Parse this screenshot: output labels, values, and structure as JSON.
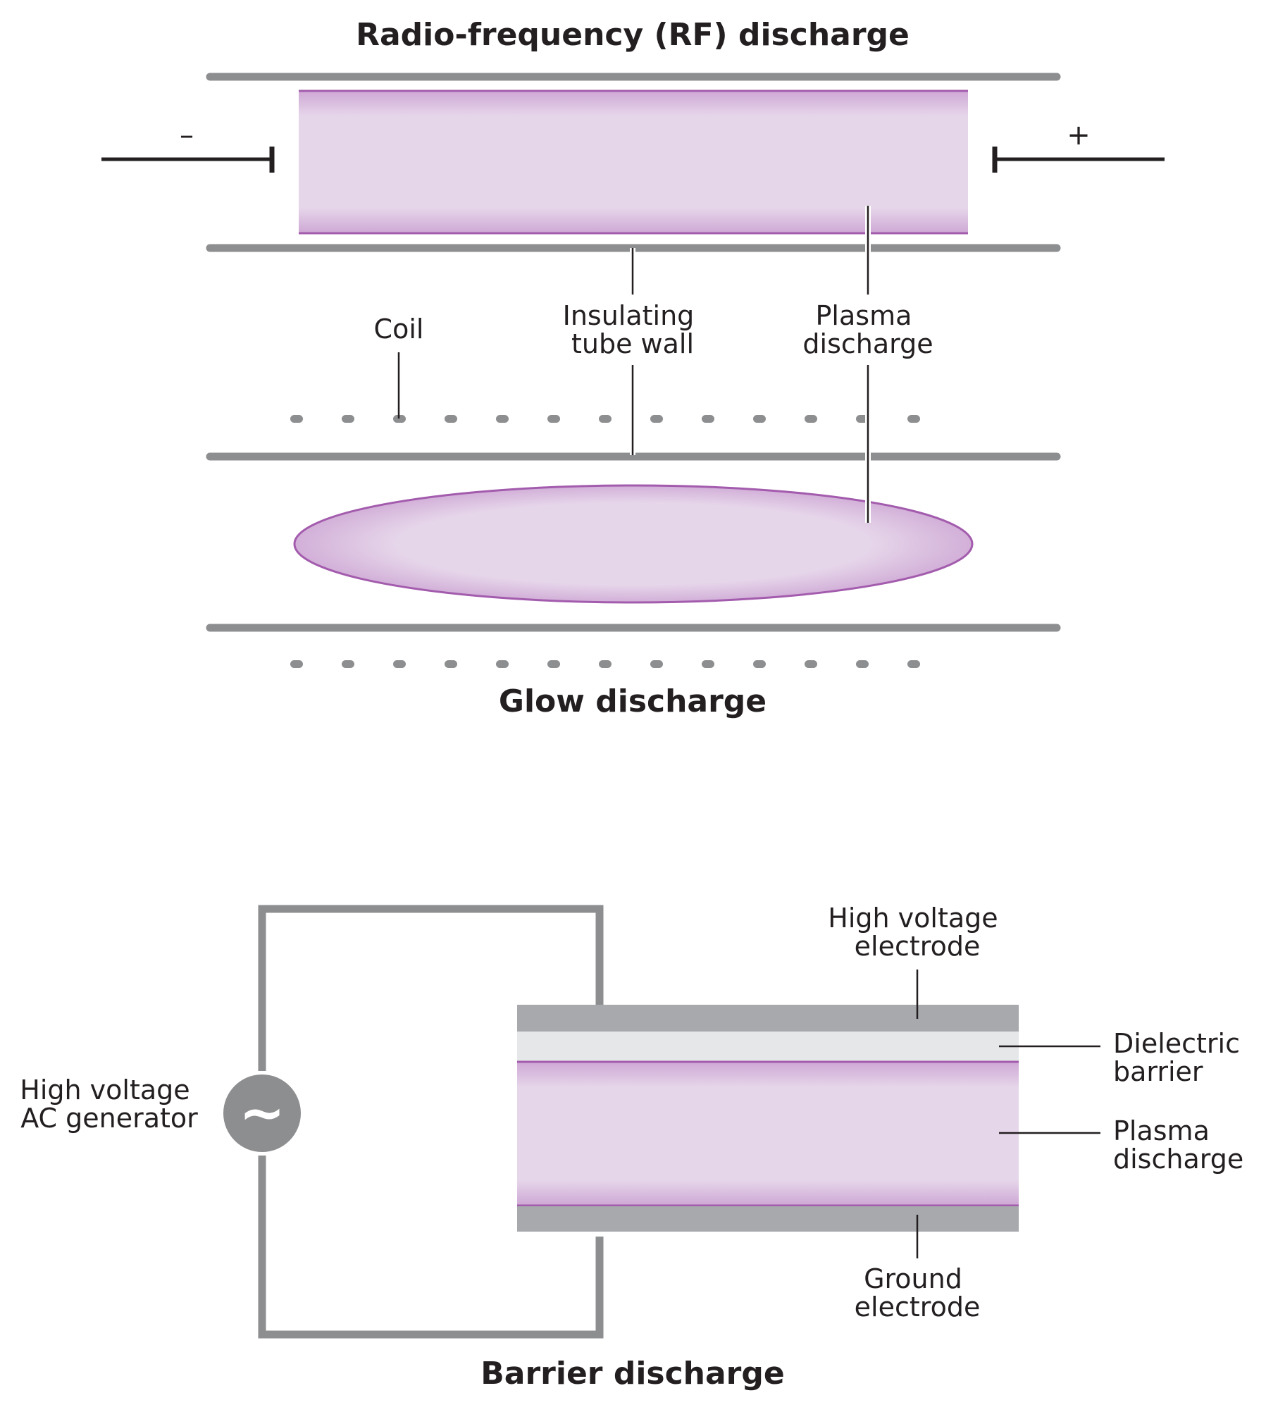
{
  "rf": {
    "title": "Radio-frequency (RF) discharge",
    "minus_sign": "–",
    "plus_sign": "+"
  },
  "glow": {
    "title": "Glow discharge",
    "coil_label": "Coil",
    "tube_wall_label": [
      "Insulating",
      "tube wall"
    ],
    "plasma_label": [
      "Plasma",
      "discharge"
    ]
  },
  "barrier": {
    "title": "Barrier discharge",
    "generator_label": [
      "High voltage",
      "AC generator"
    ],
    "generator_symbol": "~",
    "hv_electrode_label": [
      "High voltage",
      "electrode"
    ],
    "dielectric_label": [
      "Dielectric",
      "barrier"
    ],
    "plasma_label": [
      "Plasma",
      "discharge"
    ],
    "ground_label": [
      "Ground",
      "electrode"
    ]
  },
  "colors": {
    "plasma_fill": "#e6d6ea",
    "plasma_edge": "#a35cad",
    "wall_gray": "#8d8e90",
    "electrode_gray": "#a7a9ac",
    "dielectric": "#e6e7e8",
    "text": "#231f20"
  },
  "icons": {
    "generator": "ac-source-icon"
  }
}
